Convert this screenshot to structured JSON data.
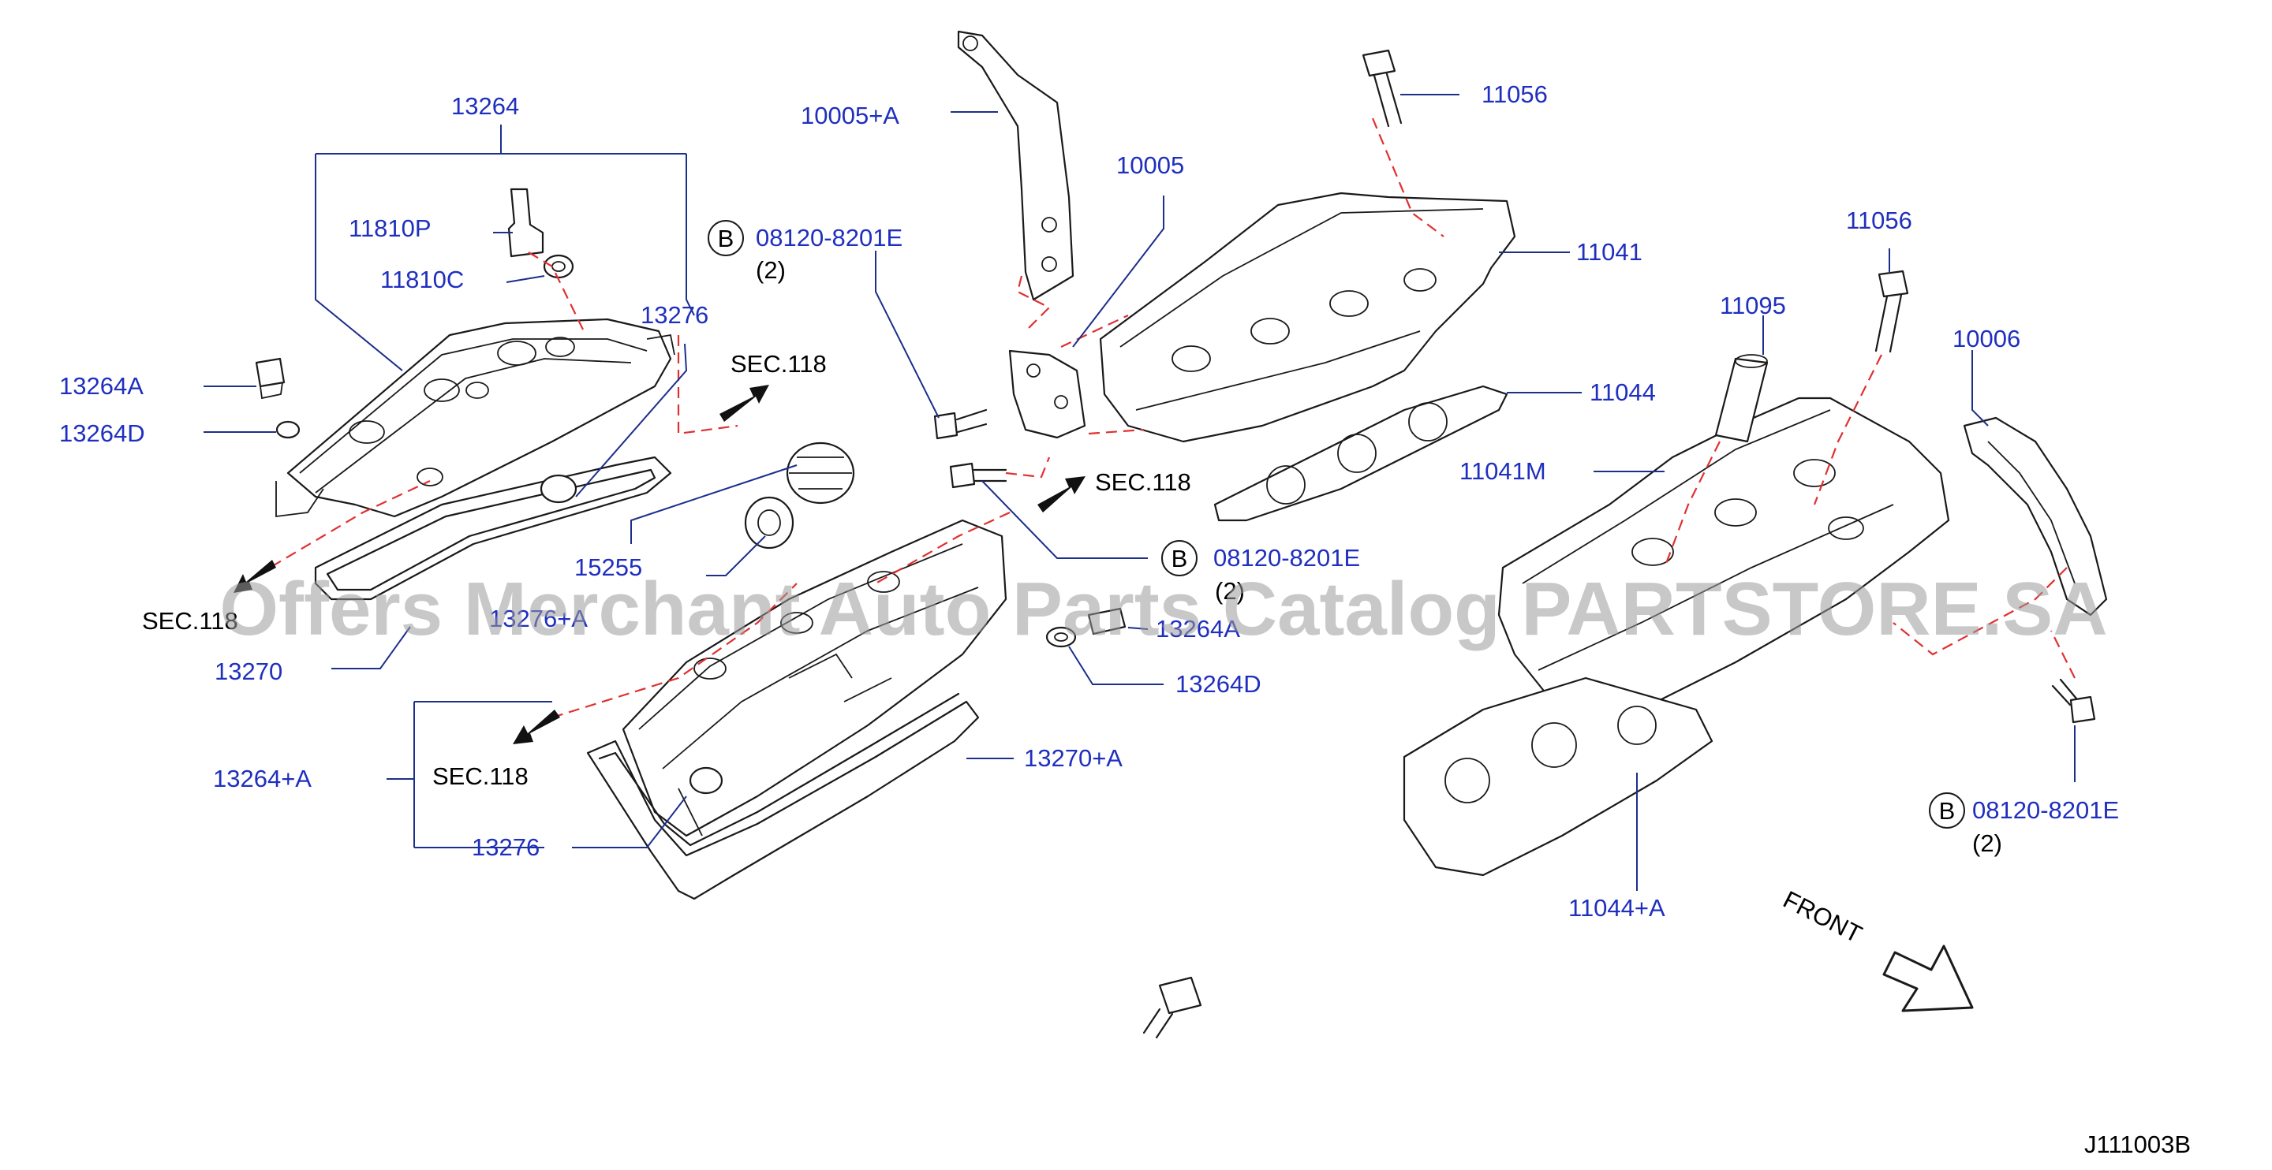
{
  "labels": [
    {
      "id": "p13264",
      "text": "13264"
    },
    {
      "id": "p10005a",
      "text": "10005+A"
    },
    {
      "id": "p10005",
      "text": "10005"
    },
    {
      "id": "p11056top",
      "text": "11056"
    },
    {
      "id": "p11810p",
      "text": "11810P"
    },
    {
      "id": "p11810c",
      "text": "11810C"
    },
    {
      "id": "p08120a",
      "text": "08120-8201E"
    },
    {
      "id": "p08120a_qty",
      "text": "(2)"
    },
    {
      "id": "p11041",
      "text": "11041"
    },
    {
      "id": "p13276top",
      "text": "13276"
    },
    {
      "id": "p13264a_l",
      "text": "13264A"
    },
    {
      "id": "p13264d_l",
      "text": "13264D"
    },
    {
      "id": "p11056r",
      "text": "11056"
    },
    {
      "id": "p11095",
      "text": "11095"
    },
    {
      "id": "p10006",
      "text": "10006"
    },
    {
      "id": "p11044",
      "text": "11044"
    },
    {
      "id": "p11041m",
      "text": "11041M"
    },
    {
      "id": "p15255",
      "text": "15255"
    },
    {
      "id": "p08120b",
      "text": "08120-8201E"
    },
    {
      "id": "p08120b_qty",
      "text": "(2)"
    },
    {
      "id": "p13276a",
      "text": "13276+A"
    },
    {
      "id": "p13264a_m",
      "text": "13264A"
    },
    {
      "id": "p13270",
      "text": "13270"
    },
    {
      "id": "p13264d_m",
      "text": "13264D"
    },
    {
      "id": "p13270a",
      "text": "13270+A"
    },
    {
      "id": "p13264pa",
      "text": "13264+A"
    },
    {
      "id": "p13276bot",
      "text": "13276"
    },
    {
      "id": "p08120c",
      "text": "08120-8201E"
    },
    {
      "id": "p08120c_qty",
      "text": "(2)"
    },
    {
      "id": "p11044a",
      "text": "11044+A"
    }
  ],
  "sec_refs": [
    {
      "id": "sec_a",
      "text": "SEC.118"
    },
    {
      "id": "sec_b",
      "text": "SEC.118"
    },
    {
      "id": "sec_c",
      "text": "SEC.118"
    },
    {
      "id": "sec_d",
      "text": "SEC.118"
    }
  ],
  "bolt_marker": "B",
  "front_label": "FRONT",
  "diagram_code": "J111003B",
  "watermark": "Offers Merchant Auto Parts Catalog PARTSTORE.SA",
  "colors": {
    "part_number": "#1f2fbf",
    "leader": "#1c2f8a",
    "centerline": "#e03030",
    "linework": "#1a1a1a"
  }
}
